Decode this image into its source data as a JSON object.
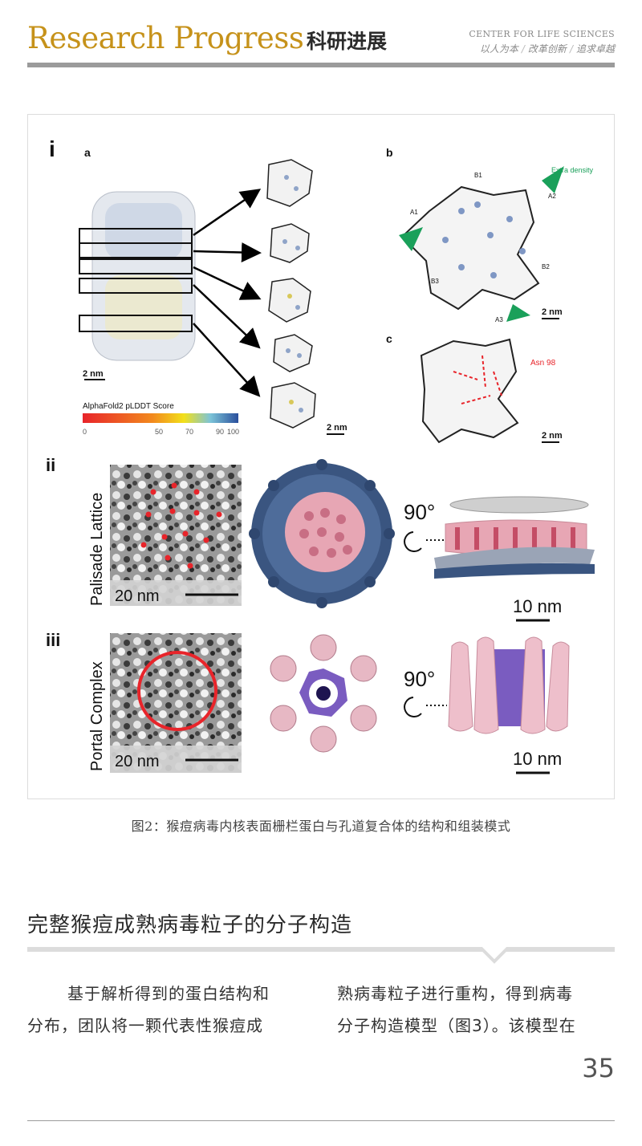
{
  "header": {
    "title_en": "Research Progress",
    "title_cn": "科研进展",
    "center_name": "CENTER FOR  LIFE SCIENCES",
    "motto": [
      "以人为本",
      "改革创新",
      "追求卓越"
    ]
  },
  "figure": {
    "panel_i": "i",
    "panel_ii": "ii",
    "panel_iii": "iii",
    "sub_a": "a",
    "sub_b": "b",
    "sub_c": "c",
    "scale_2nm": "2 nm",
    "colorbar_title": "AlphaFold2 pLDDT Score",
    "colorbar_ticks": [
      "0",
      "50",
      "70",
      "90",
      "100"
    ],
    "extra_density": "Extra density",
    "labels_b": [
      "B1",
      "A2",
      "A1",
      "B2",
      "B3",
      "A3"
    ],
    "asn_label": "Asn 98",
    "palisade_label": "Palisade Lattice",
    "portal_label": "Portal Complex",
    "scale_20nm": "20 nm",
    "scale_10nm": "10 nm",
    "rotation": "90°"
  },
  "caption": "图2：猴痘病毒内核表面栅栏蛋白与孔道复合体的结构和组装模式",
  "section": {
    "title": "完整猴痘成熟病毒粒子的分子构造"
  },
  "body": {
    "left_line1": "基于解析得到的蛋白结构和",
    "left_line2": "分布，团队将一颗代表性猴痘成",
    "right_line1": "熟病毒粒子进行重构，得到病毒",
    "right_line2": "分子构造模型（图3）。该模型在"
  },
  "page_number": "35",
  "colors": {
    "brand_gold": "#c6921a",
    "rule_gray": "#9b9b9b",
    "arrow_green": "#1aa05a",
    "lattice_red": "#e8242a",
    "pink": "#e7a6b4",
    "navy": "#3a5580",
    "purple": "#7a5cc0"
  }
}
